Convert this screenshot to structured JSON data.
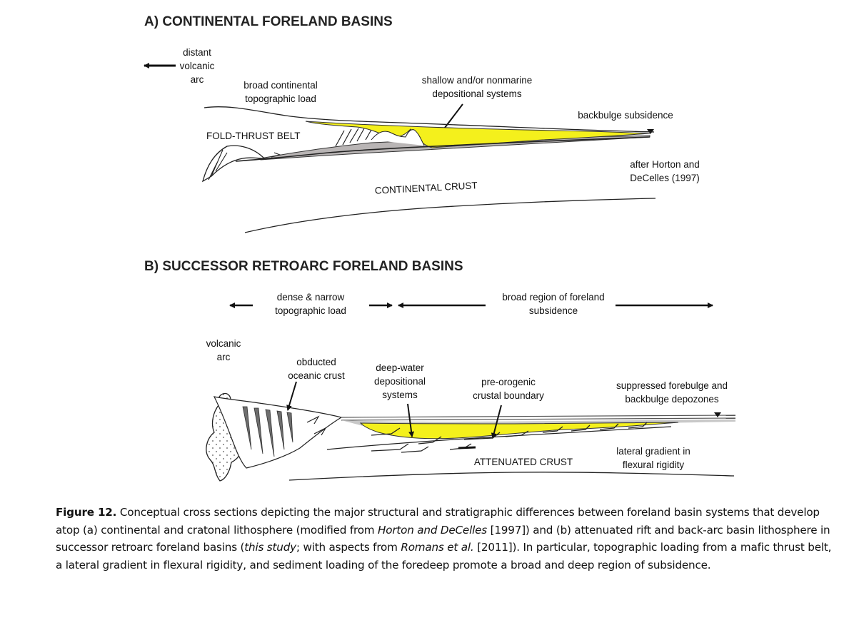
{
  "panel_a": {
    "title": "A) CONTINENTAL FORELAND BASINS",
    "labels": {
      "arc_1": "distant",
      "arc_2": "volcanic",
      "arc_3": "arc",
      "load_1": "broad continental",
      "load_2": "topographic load",
      "shallow_1": "shallow and/or nonmarine",
      "shallow_2": "depositional systems",
      "backbulge": "backbulge subsidence",
      "foldthrust": "FOLD-THRUST BELT",
      "after_1": "after Horton and",
      "after_2": "DeCelles (1997)",
      "crust": "CONTINENTAL CRUST"
    }
  },
  "panel_b": {
    "title": "B) SUCCESSOR RETROARC FORELAND BASINS",
    "labels": {
      "dense_1": "dense & narrow",
      "dense_2": "topographic load",
      "broad_1": "broad region of foreland",
      "broad_2": "subsidence",
      "volc_1": "volcanic",
      "volc_2": "arc",
      "obd_1": "obducted",
      "obd_2": "oceanic crust",
      "deep_1": "deep-water",
      "deep_2": "depositional",
      "deep_3": "systems",
      "pre_1": "pre-orogenic",
      "pre_2": "crustal boundary",
      "supp_1": "suppressed forebulge and",
      "supp_2": "backbulge depozones",
      "lat_1": "lateral gradient in",
      "lat_2": "flexural rigidity",
      "crust": "ATTENUATED CRUST"
    }
  },
  "colors": {
    "sediment_yellow": "#f4f01c",
    "basement_gray": "#b9b5b5",
    "thrust_gray": "#8a8a8a"
  },
  "caption": {
    "label": "Figure 12.",
    "text_1": " Conceptual cross sections depicting the major structural and stratigraphic differences between foreland basin systems that develop atop (a) continental and cratonal lithosphere (modified from ",
    "ref_1": "Horton and DeCelles",
    "text_2": " [1997]) and (b) attenuated rift and back-arc basin lithosphere in successor retroarc foreland basins (",
    "ref_2": "this study",
    "text_3": "; with aspects from ",
    "ref_3": "Romans et al.",
    "text_4": " [2011]). In particular, topographic loading from a mafic thrust belt, a lateral gradient in flexural rigidity, and sediment loading of the foredeep promote a broad and deep region of subsidence."
  }
}
